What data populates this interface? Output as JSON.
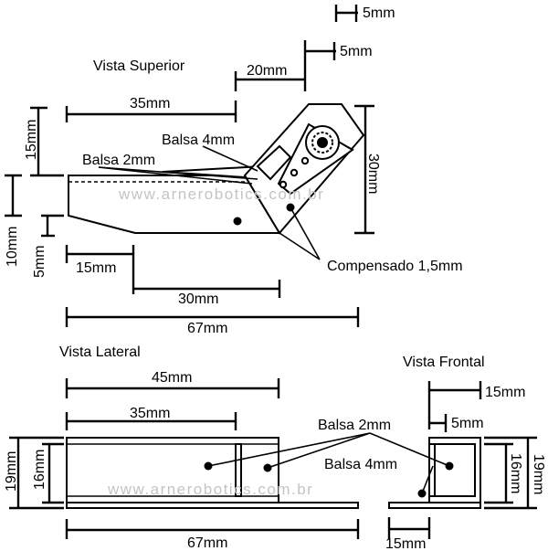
{
  "views": {
    "top": "Vista Superior",
    "side": "Vista Lateral",
    "front": "Vista Frontal"
  },
  "materials": {
    "balsa_4": "Balsa 4mm",
    "balsa_2": "Balsa 2mm",
    "plywood": "Compensado 1,5mm",
    "side_balsa_2": "Balsa 2mm",
    "side_balsa_4": "Balsa 4mm"
  },
  "dimensions": {
    "top_5mm_a": "5mm",
    "top_5mm_b": "5mm",
    "top_20mm": "20mm",
    "top_35mm": "35mm",
    "top_15mm_v": "15mm",
    "top_30mm_v": "30mm",
    "top_10mm_v": "10mm",
    "top_5mm_v": "5mm",
    "top_15mm_h": "15mm",
    "top_30mm_h": "30mm",
    "top_67mm": "67mm",
    "side_45mm": "45mm",
    "side_35mm": "35mm",
    "side_19mm": "19mm",
    "side_16mm": "16mm",
    "side_67mm": "67mm",
    "front_15mm_top": "15mm",
    "front_5mm": "5mm",
    "front_16mm": "16mm",
    "front_19mm": "19mm",
    "front_15mm_bottom": "15mm"
  },
  "watermark": "www.arnerobotics.com.br"
}
